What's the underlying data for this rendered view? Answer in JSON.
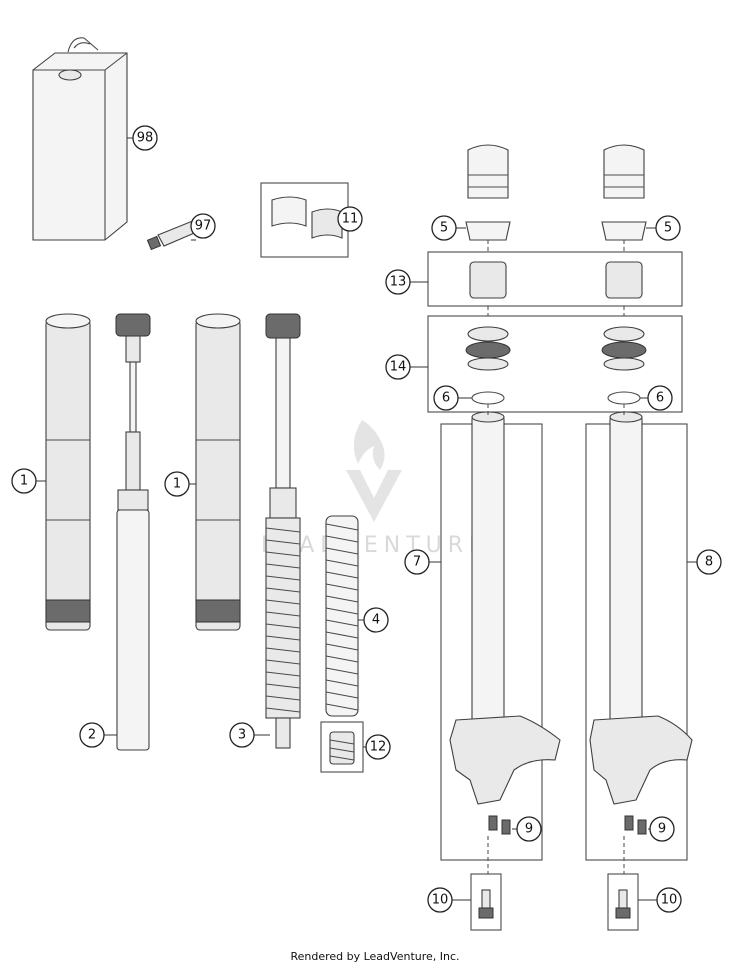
{
  "callouts": {
    "c98": "98",
    "c97": "97",
    "c11": "11",
    "c5a": "5",
    "c5b": "5",
    "c13": "13",
    "c14": "14",
    "c6a": "6",
    "c6b": "6",
    "c1a": "1",
    "c1b": "1",
    "c2": "2",
    "c3": "3",
    "c4": "4",
    "c12": "12",
    "c7": "7",
    "c8": "8",
    "c9a": "9",
    "c9b": "9",
    "c10a": "10",
    "c10b": "10"
  },
  "watermark": "LEADVENTURE",
  "footer": "Rendered by LeadVenture, Inc.",
  "colors": {
    "line": "#3f3f3f",
    "fill": "#e9e9e9",
    "background": "#ffffff",
    "watermark": "#d9d9d9"
  }
}
